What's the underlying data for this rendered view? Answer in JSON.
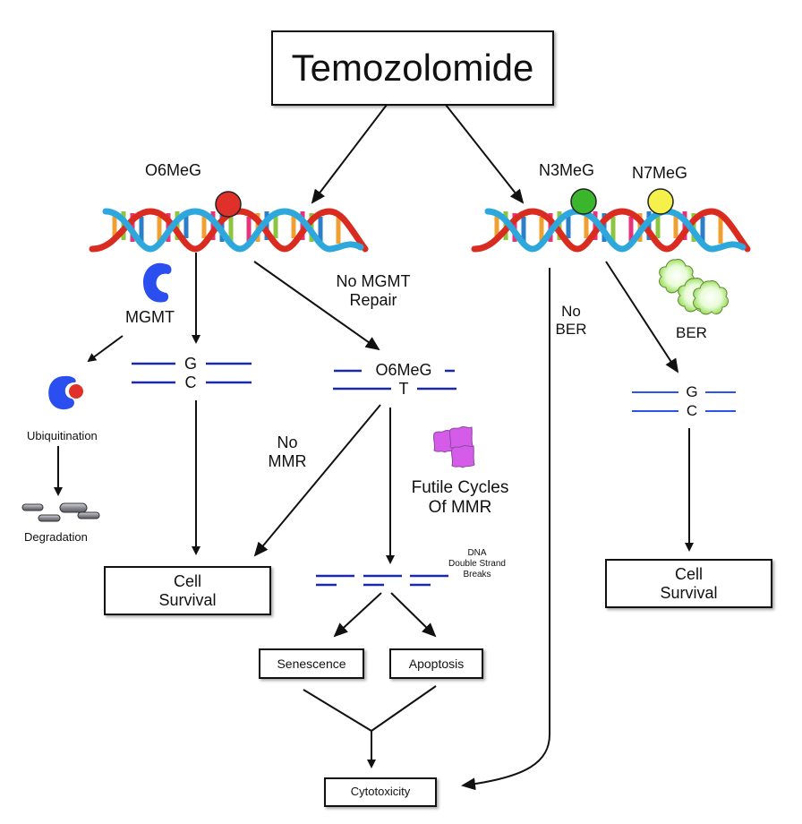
{
  "title": "Temozolomide",
  "adducts": {
    "o6meg": "O6MeG",
    "n3meg": "N3MeG",
    "n7meg": "N7MeG"
  },
  "labels": {
    "mgmt": "MGMT",
    "no_mgmt_repair_line1": "No MGMT",
    "no_mgmt_repair_line2": "Repair",
    "ubiquitination": "Ubiquitination",
    "degradation": "Degradation",
    "no_mmr_line1": "No",
    "no_mmr_line2": "MMR",
    "futile_line1": "Futile Cycles",
    "futile_line2": "Of MMR",
    "dsb_line1": "DNA",
    "dsb_line2": "Double Strand",
    "dsb_line3": "Breaks",
    "no_ber_line1": "No",
    "no_ber_line2": "BER",
    "ber": "BER"
  },
  "base_pairs": {
    "left_top": "G",
    "left_bottom": "C",
    "mid_top": "O6MeG",
    "mid_bottom": "T",
    "right_top": "G",
    "right_bottom": "C"
  },
  "boxes": {
    "cell_survival_left_line1": "Cell",
    "cell_survival_left_line2": "Survival",
    "cell_survival_right_line1": "Cell",
    "cell_survival_right_line2": "Survival",
    "senescence": "Senescence",
    "apoptosis": "Apoptosis",
    "cytotoxicity": "Cytotoxicity"
  },
  "colors": {
    "o6meg_dot": "#e0302a",
    "n3meg_dot": "#3bb52c",
    "n7meg_dot": "#f5f04a",
    "mgmt": "#2b4ef0",
    "strand": "#1a2aa8",
    "strand_light": "#2a55e8",
    "mmr": "#d45ce8",
    "ber": "#9ee860"
  }
}
